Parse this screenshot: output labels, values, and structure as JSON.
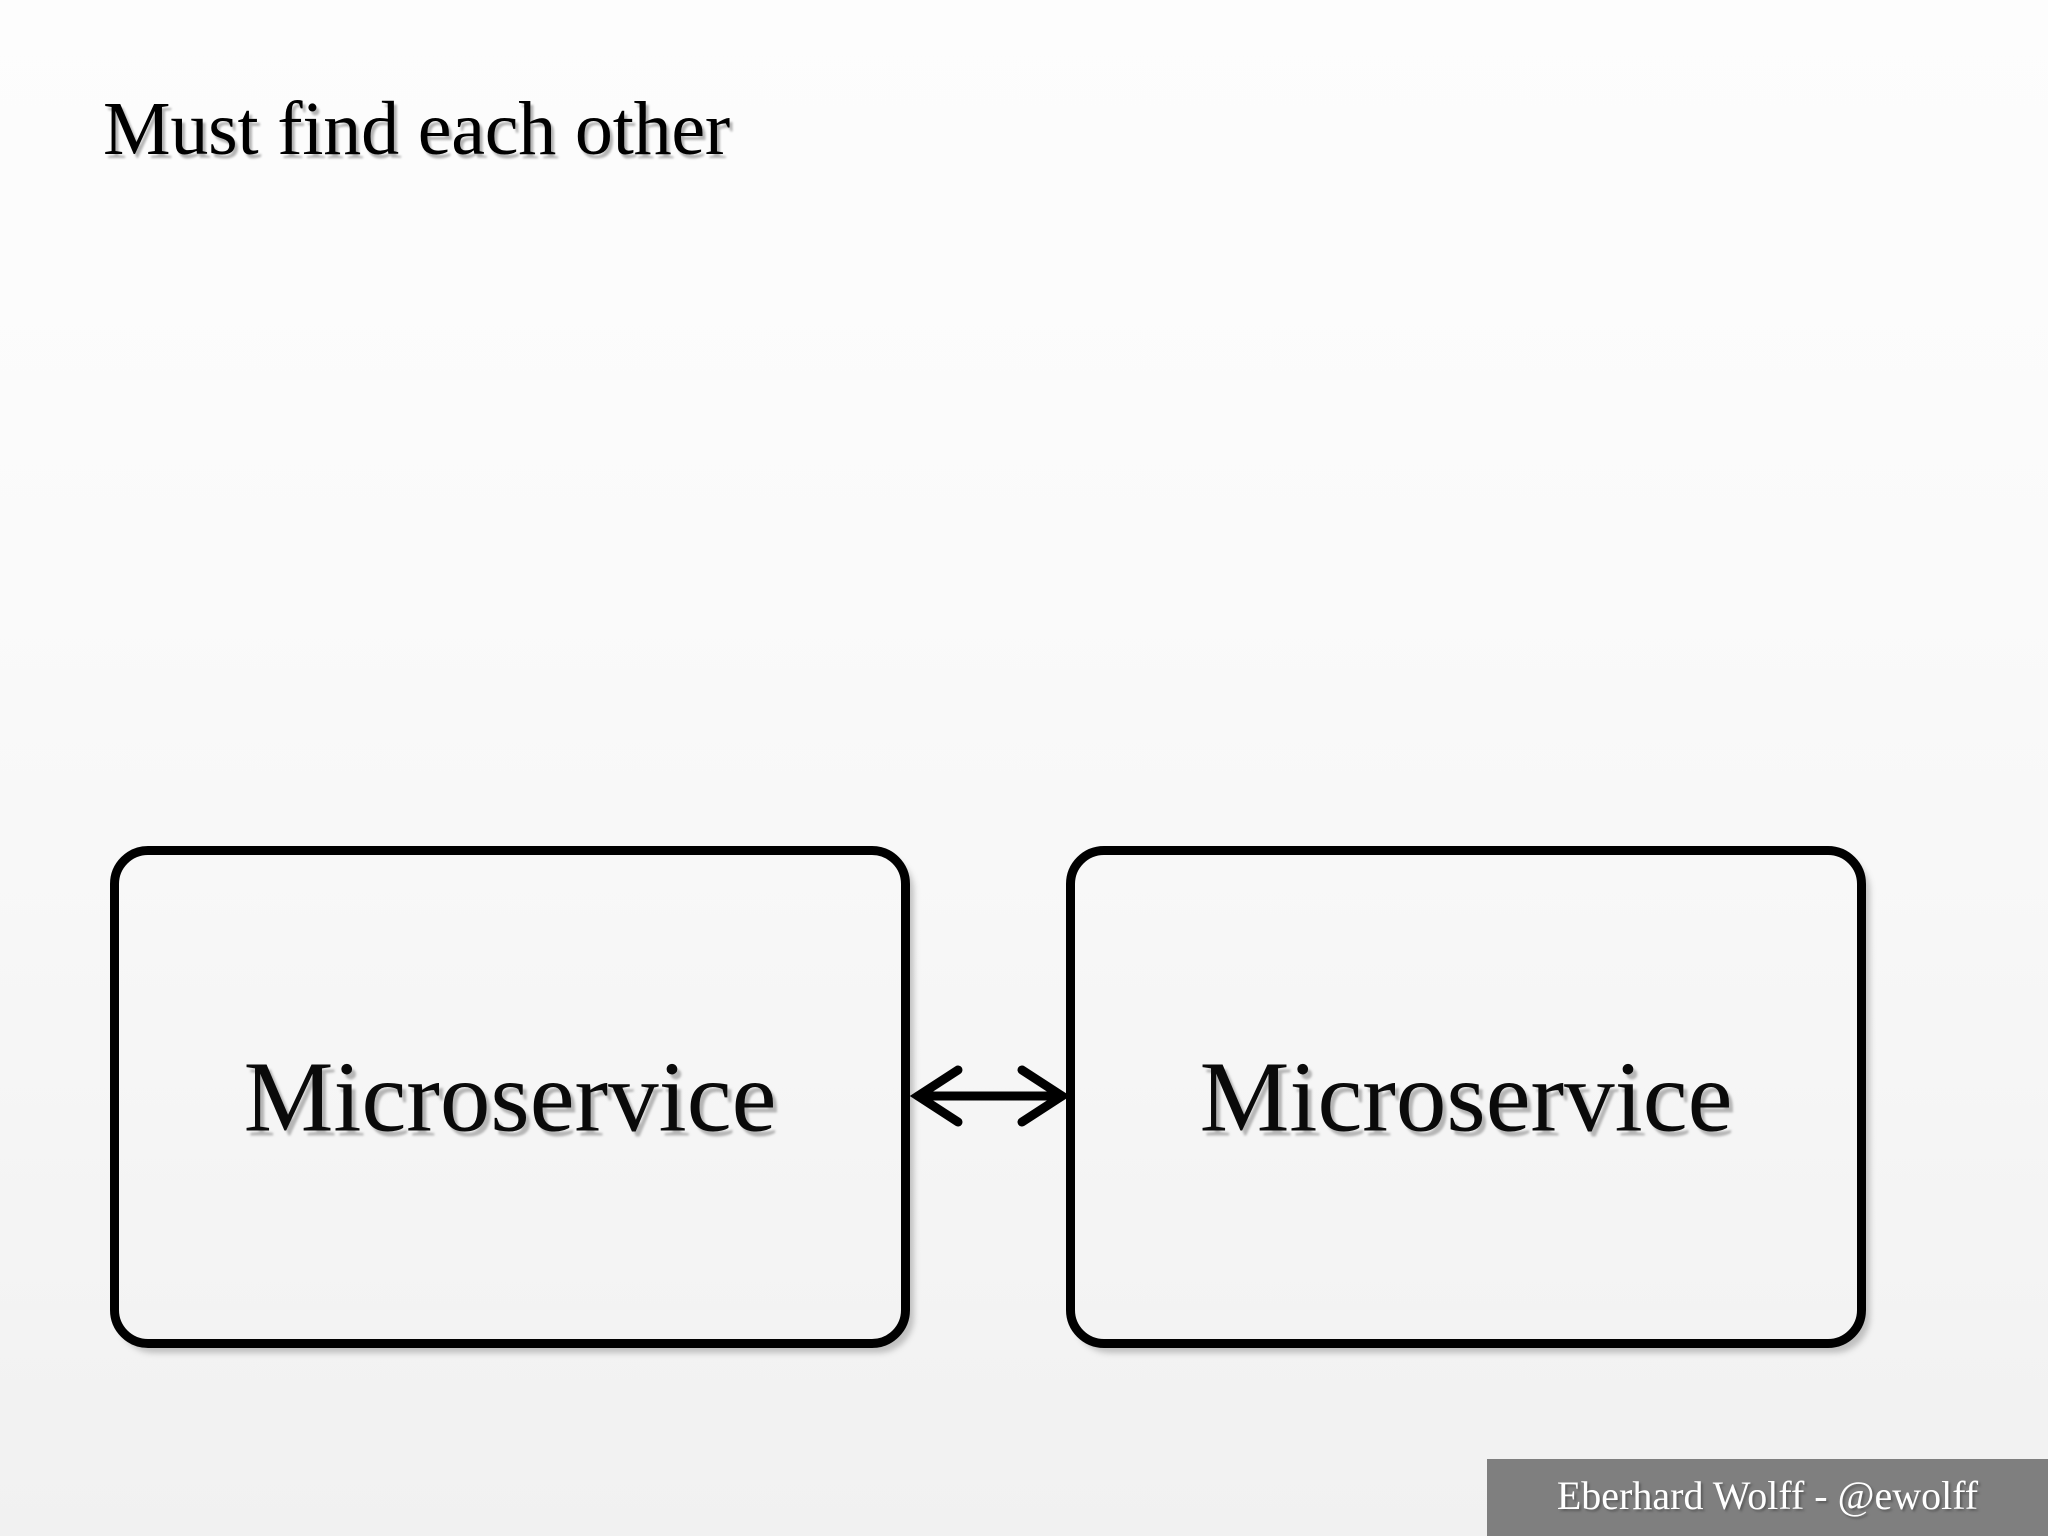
{
  "slide": {
    "title": "Must find each other",
    "background_top_color": "#fdfdfd",
    "background_bottom_color": "#f1f1f1"
  },
  "diagram": {
    "nodes": [
      {
        "id": "microservice-left",
        "label": "Microservice"
      },
      {
        "id": "microservice-right",
        "label": "Microservice"
      }
    ],
    "connector": {
      "name": "bidirectional-arrow",
      "from": "microservice-left",
      "to": "microservice-right",
      "style": "double-headed",
      "color": "#000000"
    }
  },
  "footer": {
    "credit": "Eberhard Wolff - @ewolff",
    "band_color": "#7f7f7f",
    "text_color": "#ffffff"
  }
}
